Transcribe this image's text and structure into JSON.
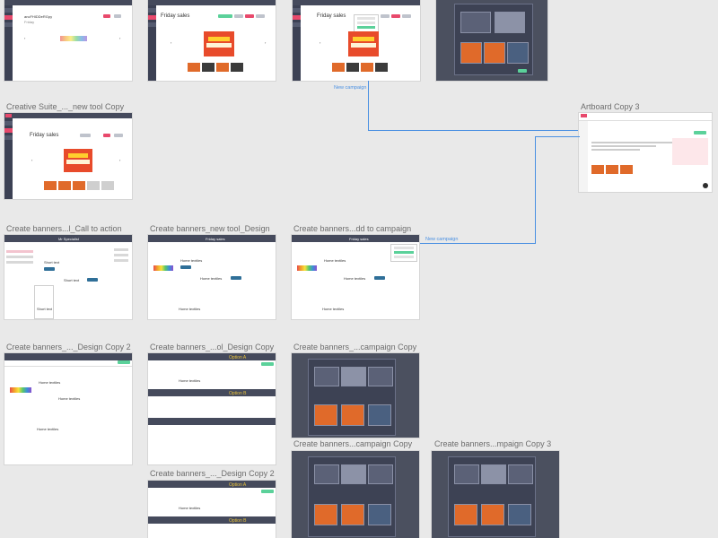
{
  "canvas": {
    "labels": {
      "creative_suite": "Creative Suite_..._new tool Copy",
      "artboard_copy3": "Artboard Copy 3",
      "cta": "Create banners...l_Call to action",
      "new_tool_design": "Create banners_new tool_Design",
      "add_to_campaign": "Create banners...dd to campaign",
      "design_copy2": "Create banners_..._Design Copy 2",
      "ol_design_copy": "Create banners_...ol_Design Copy",
      "campaign_copy": "Create banners_...campaign Copy",
      "campaign_copy_b": "Create banners...campaign Copy",
      "mpaign_copy3": "Create banners...mpaign Copy 3",
      "design_copy2b": "Create banners_..._Design Copy 2"
    },
    "flow_labels": {
      "new_campaign_1": "New campaign",
      "new_campaign_2": "New campaign"
    }
  },
  "artboards": {
    "ab1": {
      "title": "ancFHIDDeRGpy",
      "subtitle": "Friday"
    },
    "ab2": {
      "title": "Friday sales"
    },
    "ab3": {
      "title": "Friday sales"
    },
    "creative_suite": {
      "title": "Friday sales"
    },
    "cta": {
      "header": "Mr Specialist",
      "short_text": "Short text",
      "short_text2": "Short text",
      "short_text3": "Short\ntext"
    },
    "new_tool_design": {
      "header": "Friday sales",
      "home_text1": "Home textiles",
      "home_text2": "Home textiles",
      "home_text3": "Home\ntextiles"
    },
    "add_to_campaign": {
      "header": "Friday sales",
      "home_text1": "Home textiles",
      "home_text2": "Home textiles",
      "home_text3": "Home\ntextiles"
    },
    "design_copy2": {
      "home_text1": "Home textiles",
      "home_text2": "Home textiles",
      "home_text3": "Home\ntextiles"
    },
    "ol_design_copy": {
      "option_a": "Option A",
      "option_b": "Option B",
      "home_text": "Home textiles"
    },
    "design_copy2b": {
      "option_a": "Option A",
      "option_b": "Option B",
      "home_text": "Home textiles"
    }
  },
  "promo": {
    "line1": "Friday sales",
    "line2": "up to 75%"
  },
  "colors": {
    "accent": "#e8496c",
    "flow": "#4a90e2",
    "sidebar": "#3c4154",
    "promo": "#e84b2b",
    "success": "#5bd19a"
  }
}
